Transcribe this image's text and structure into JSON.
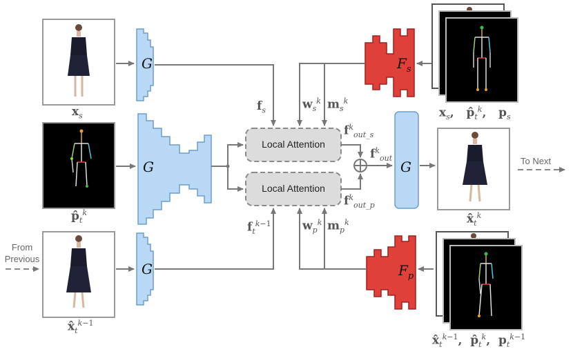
{
  "blocks": {
    "generator_label": "G",
    "style_encoder_label": "F",
    "style_encoder_sub": "s",
    "pose_encoder_label": "F",
    "pose_encoder_sub": "p"
  },
  "modules": {
    "local_attention_1": "Local Attention",
    "local_attention_2": "Local Attention"
  },
  "text": {
    "from_previous": "From Previous",
    "to_next": "To Next"
  },
  "colors": {
    "generator": "#b9d8f5",
    "encoder": "#e0403a",
    "attention": "#dcdcdc",
    "arrow": "#777777"
  }
}
